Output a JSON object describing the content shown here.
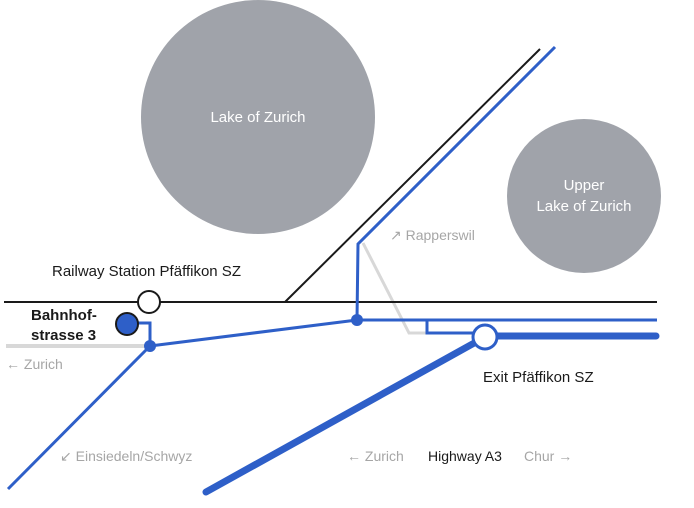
{
  "lakes": {
    "lake_zurich": "Lake of Zurich",
    "upper_lake_line1": "Upper",
    "upper_lake_line2": "Lake of Zurich"
  },
  "railway_station": "Railway Station Pfäffikon SZ",
  "location": {
    "line1": "Bahnhof-",
    "line2": "strasse 3"
  },
  "directions": {
    "zurich_west": "← Zurich",
    "rapperswil": "↗ Rapperswil",
    "einsiedeln": "↙ Einsiedeln/Schwyz",
    "highway_zurich": "← Zurich",
    "highway_label": "Highway A3",
    "highway_chur": "Chur →"
  },
  "exit_label": "Exit Pfäffikon SZ",
  "colors": {
    "lake": "#a0a3aa",
    "road": "#2e5fc8",
    "rail": "#1a1a1a",
    "muted_road": "#d8d8d8",
    "muted_text": "#a6a6a6",
    "label_text": "#1a1a1a",
    "location_fill": "#2e5fc8"
  }
}
